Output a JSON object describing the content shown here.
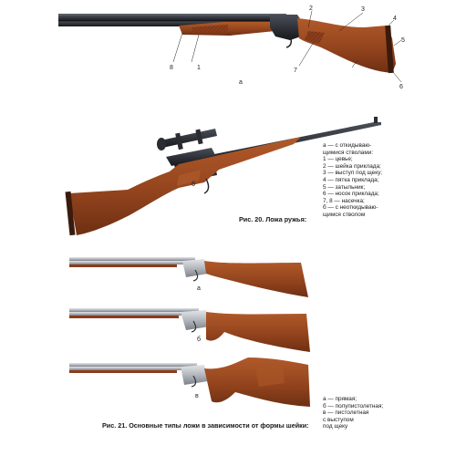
{
  "figure20": {
    "caption": "Рис. 20. Ложа ружья:",
    "legend": [
      "а — с откидываю-",
      "    щимися стволами:",
      "1  — цевье;",
      "2  — шейка приклада;",
      "3  — выступ под щеку;",
      "4  — пятка приклада;",
      "5  — затыльник;",
      "6  — носок приклада;",
      "7, 8 — насечка;",
      "б — с неоткидываю-",
      "    щимся стволом"
    ],
    "callouts": [
      "1",
      "2",
      "3",
      "4",
      "5",
      "6",
      "7",
      "8",
      "а",
      "б"
    ]
  },
  "figure21": {
    "caption": "Рис. 21. Основные типы ложи в зависимости от формы шейки:",
    "legend": [
      "а — прямая;",
      "б — полупистолетная;",
      "в — пистолетная",
      "    с выступом",
      "    под щеку"
    ],
    "letters": [
      "а",
      "б",
      "в"
    ]
  },
  "colors": {
    "wood": "#9a4a22",
    "wood_dark": "#6e2f13",
    "metal": "#2c2e33",
    "steel": "#b9bcc2"
  }
}
